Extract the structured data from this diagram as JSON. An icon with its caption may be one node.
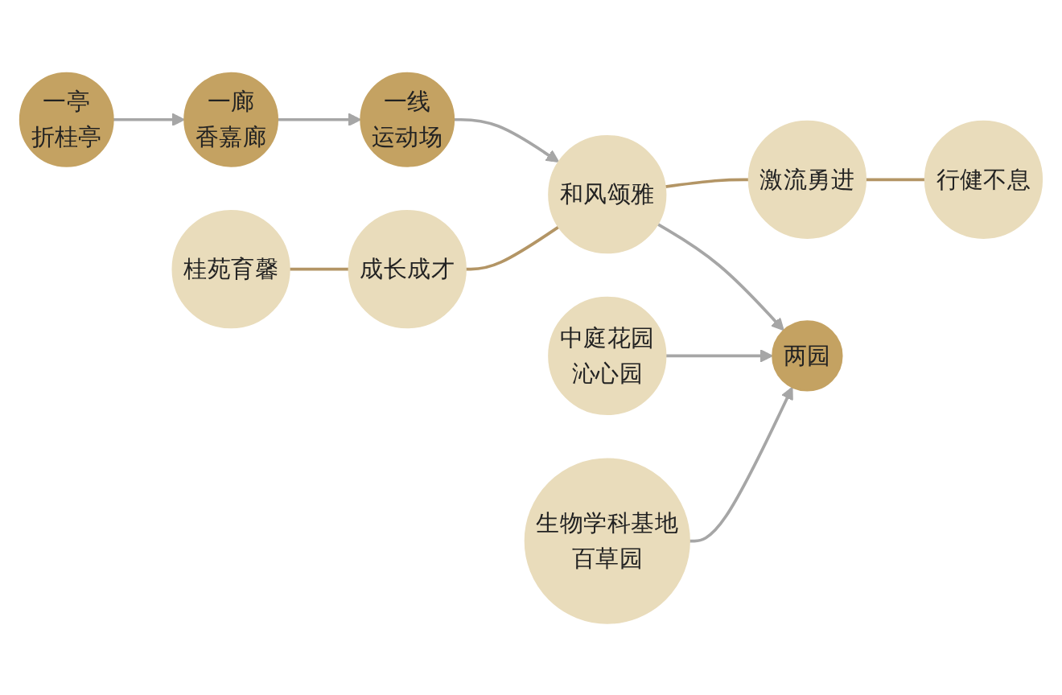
{
  "diagram": {
    "nodes": [
      {
        "text": [
          "一亭",
          "折桂亭"
        ]
      },
      {
        "text": [
          "一廊",
          "香嘉廊"
        ]
      },
      {
        "text": [
          "一线",
          "运动场"
        ]
      },
      {
        "text": [
          "桂苑育馨"
        ]
      },
      {
        "text": [
          "成长成才"
        ]
      },
      {
        "text": [
          "和风颂雅"
        ]
      },
      {
        "text": [
          "激流勇进"
        ]
      },
      {
        "text": [
          "行健不息"
        ]
      },
      {
        "text": [
          "两园"
        ]
      },
      {
        "text": [
          "中庭花园",
          "沁心园"
        ]
      },
      {
        "text": [
          "生物学科基地",
          "百草园"
        ]
      }
    ],
    "edges": [
      {
        "from": 0,
        "to": 1,
        "arrow": "to"
      },
      {
        "from": 1,
        "to": 2,
        "arrow": "to"
      },
      {
        "from": 2,
        "to": 5,
        "arrow": "to"
      },
      {
        "from": 3,
        "to": 4,
        "arrow": "none",
        "color": "#b39565"
      },
      {
        "from": 4,
        "to": 5,
        "arrow": "none",
        "color": "#b39565"
      },
      {
        "from": 5,
        "to": 6,
        "arrow": "none",
        "color": "#b39565"
      },
      {
        "from": 6,
        "to": 7,
        "arrow": "none",
        "color": "#b39565"
      },
      {
        "from": 5,
        "to": 8,
        "arrow": "to"
      },
      {
        "from": 9,
        "to": 8,
        "arrow": "to"
      },
      {
        "from": 10,
        "to": 8,
        "arrow": "to"
      }
    ]
  }
}
